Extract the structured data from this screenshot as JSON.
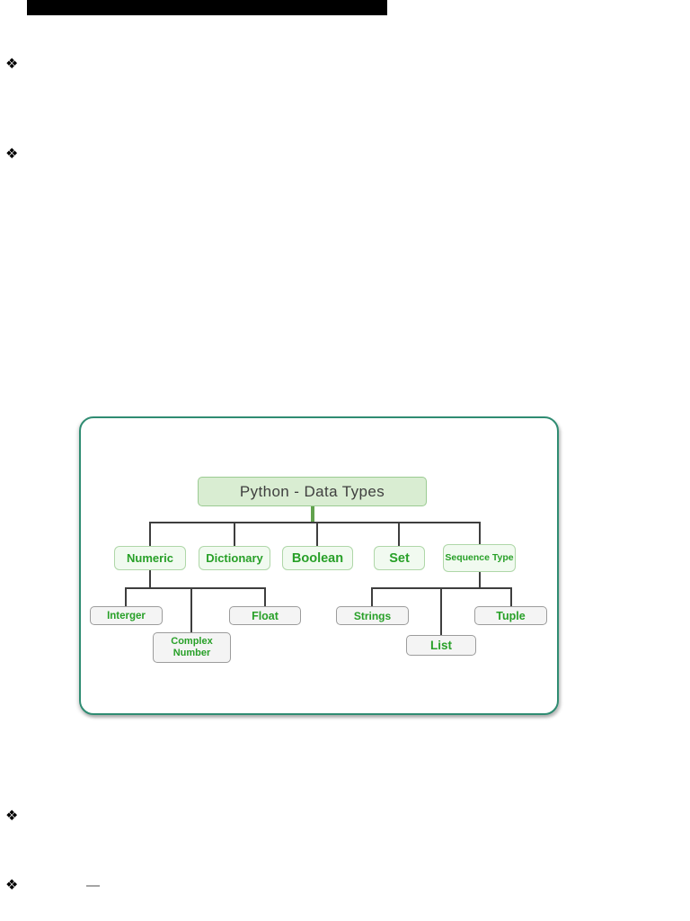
{
  "document": {
    "bullet_glyph": "❖",
    "bullet_icon": "diamond-cluster-bullet",
    "bullet_count": 4,
    "dash_text": "—"
  },
  "diagram": {
    "type": "tree",
    "root": "Python - Data Types",
    "level2": [
      "Numeric",
      "Dictionary",
      "Boolean",
      "Set",
      "Sequence Type"
    ],
    "numeric_children": [
      "Interger",
      "Complex Number",
      "Float"
    ],
    "sequence_children": [
      "Strings",
      "List",
      "Tuple"
    ],
    "colors": {
      "accent_green": "#28a028",
      "card_border": "#2f8c72",
      "title_fill": "#d9edd2",
      "node_fill": "#f1faf0",
      "leaf_fill": "#f4f4f4"
    }
  }
}
